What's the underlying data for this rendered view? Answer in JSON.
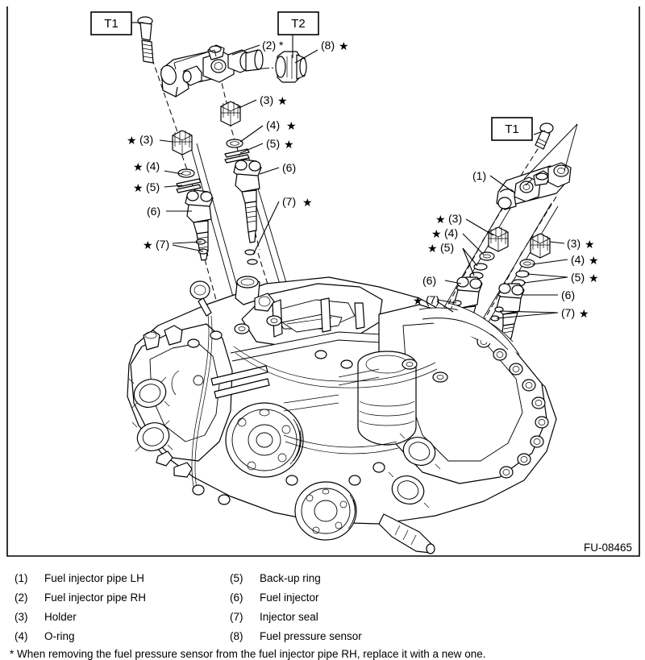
{
  "figure": {
    "code": "FU-08465",
    "tool_callouts": [
      {
        "id": "t1-left",
        "label": "T1"
      },
      {
        "id": "t2-top",
        "label": "T2"
      },
      {
        "id": "t1-right",
        "label": "T1"
      }
    ],
    "callouts": [
      {
        "id": "c-2-star",
        "text": "(2) *"
      },
      {
        "id": "c-8-star",
        "text": "(8)",
        "star": "★",
        "star_side": "right"
      },
      {
        "id": "c-3-star-mid",
        "text": "(3)",
        "star": "★",
        "star_side": "right"
      },
      {
        "id": "c-4-star-mid",
        "text": "(4)",
        "star": "★",
        "star_side": "right"
      },
      {
        "id": "c-5-star-mid",
        "text": "(5)",
        "star": "★",
        "star_side": "right"
      },
      {
        "id": "c-6-mid",
        "text": "(6)"
      },
      {
        "id": "c-7-star-mid",
        "text": "(7)",
        "star": "★",
        "star_side": "right"
      },
      {
        "id": "c-3-star-left",
        "text": "(3)",
        "star": "★",
        "star_side": "left"
      },
      {
        "id": "c-4-star-left",
        "text": "(4)",
        "star": "★",
        "star_side": "left"
      },
      {
        "id": "c-5-star-left",
        "text": "(5)",
        "star": "★",
        "star_side": "left"
      },
      {
        "id": "c-6-left",
        "text": "(6)"
      },
      {
        "id": "c-7-star-left",
        "text": "(7)",
        "star": "★",
        "star_side": "left"
      },
      {
        "id": "c-1-right",
        "text": "(1)"
      },
      {
        "id": "c-3-star-r1",
        "text": "(3)",
        "star": "★",
        "star_side": "left"
      },
      {
        "id": "c-4-star-r1",
        "text": "(4)",
        "star": "★",
        "star_side": "left"
      },
      {
        "id": "c-5-star-r1",
        "text": "(5)",
        "star": "★",
        "star_side": "left"
      },
      {
        "id": "c-6-r1",
        "text": "(6)"
      },
      {
        "id": "c-7-star-r1",
        "text": "(7)",
        "star": "★",
        "star_side": "left"
      },
      {
        "id": "c-3-star-r2",
        "text": "(3)",
        "star": "★",
        "star_side": "right"
      },
      {
        "id": "c-4-star-r2",
        "text": "(4)",
        "star": "★",
        "star_side": "right"
      },
      {
        "id": "c-5-star-r2",
        "text": "(5)",
        "star": "★",
        "star_side": "right"
      },
      {
        "id": "c-6-r2",
        "text": "(6)"
      },
      {
        "id": "c-7-star-r2",
        "text": "(7)",
        "star": "★",
        "star_side": "right"
      }
    ]
  },
  "callout_labels": {
    "t1_left": "T1",
    "t2_top": "T2",
    "t1_right": "T1",
    "n2_star": "(2) *",
    "n8": "(8)",
    "n1": "(1)",
    "n3": "(3)",
    "n4": "(4)",
    "n5": "(5)",
    "n6": "(6)",
    "n7": "(7)",
    "star": "★"
  },
  "legend": {
    "columns": [
      [
        {
          "num": "(1)",
          "label": "Fuel injector pipe LH"
        },
        {
          "num": "(2)",
          "label": "Fuel injector pipe RH"
        },
        {
          "num": "(3)",
          "label": "Holder"
        },
        {
          "num": "(4)",
          "label": "O-ring"
        }
      ],
      [
        {
          "num": "(5)",
          "label": "Back-up ring"
        },
        {
          "num": "(6)",
          "label": "Fuel injector"
        },
        {
          "num": "(7)",
          "label": "Injector seal"
        },
        {
          "num": "(8)",
          "label": "Fuel pressure sensor"
        }
      ]
    ],
    "note": "* When removing the fuel pressure sensor from the fuel injector pipe RH, replace it with a new one."
  }
}
